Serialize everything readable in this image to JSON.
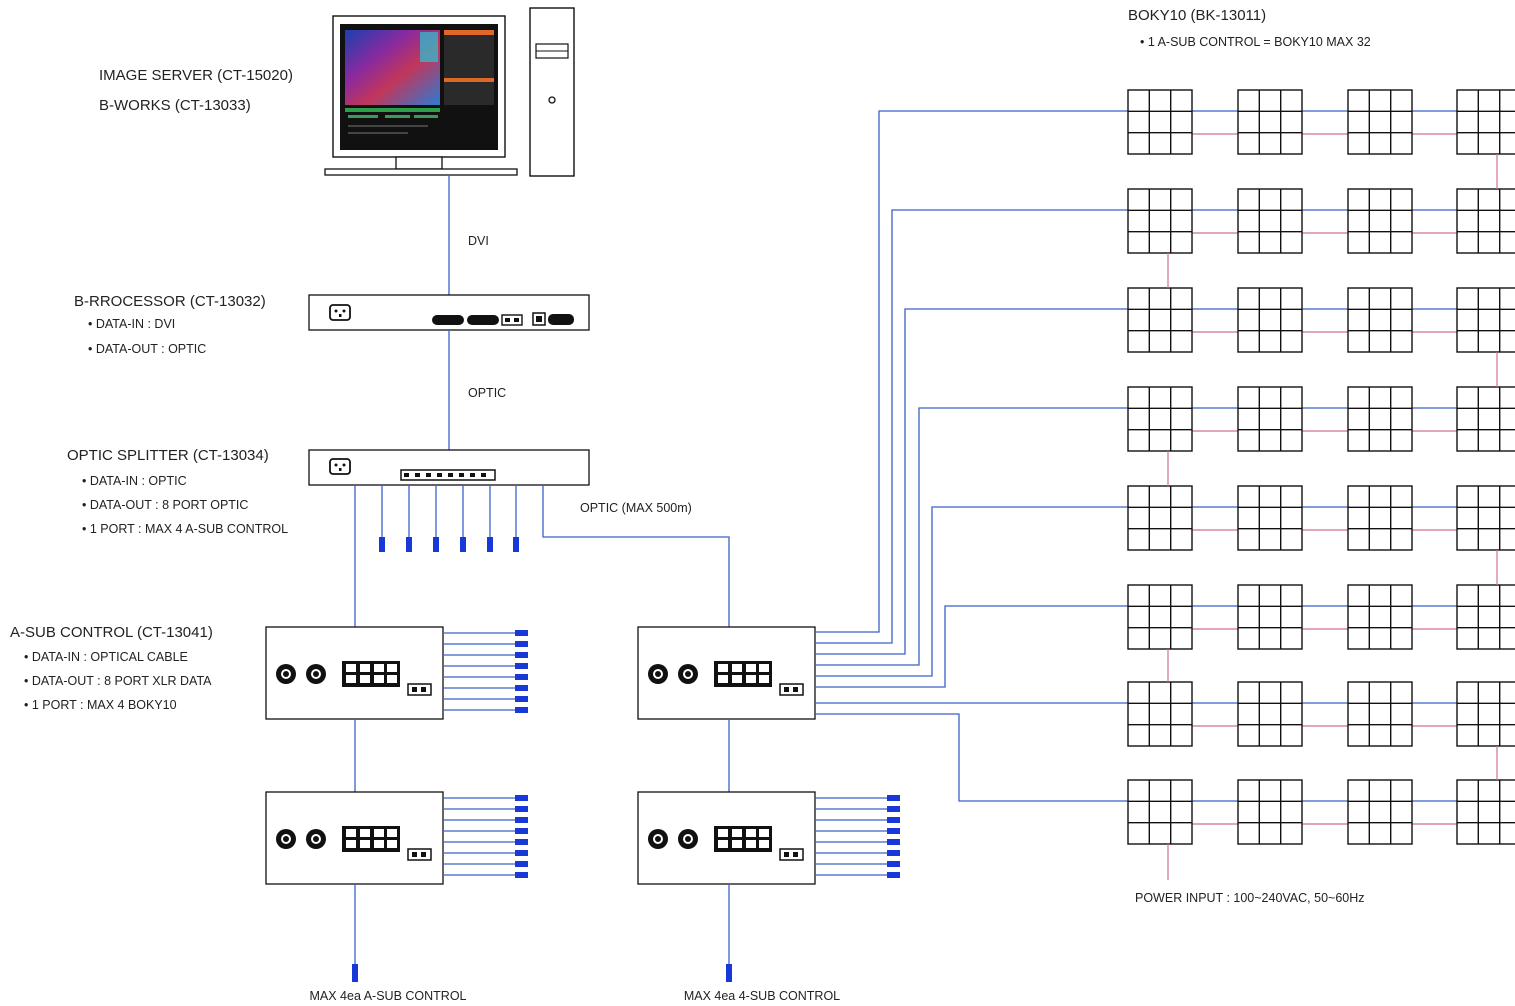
{
  "image_server": {
    "title1": "IMAGE SERVER (CT-15020)",
    "title2": "B-WORKS (CT-13033)"
  },
  "dvi_label": "DVI",
  "processor": {
    "title": "B-RROCESSOR (CT-13032)",
    "specs": [
      "• DATA-IN : DVI",
      "• DATA-OUT : OPTIC"
    ]
  },
  "optic_label": "OPTIC",
  "splitter": {
    "title": "OPTIC SPLITTER (CT-13034)",
    "specs": [
      "• DATA-IN : OPTIC",
      "• DATA-OUT : 8 PORT OPTIC",
      "• 1 PORT : MAX 4 A-SUB CONTROL"
    ]
  },
  "optic_max_label": "OPTIC (MAX 500m)",
  "asub": {
    "title": "A-SUB CONTROL (CT-13041)",
    "specs": [
      "• DATA-IN : OPTICAL CABLE",
      "• DATA-OUT : 8 PORT XLR DATA",
      "• 1 PORT : MAX 4 BOKY10"
    ]
  },
  "bottom_left_label": "MAX 4ea A-SUB CONTROL",
  "bottom_mid_label": "MAX 4ea 4-SUB CONTROL",
  "boky": {
    "title": "BOKY10 (BK-13011)",
    "note": "• 1 A-SUB CONTROL = BOKY10 MAX 32",
    "power": "POWER INPUT : 100~240VAC, 50~60Hz"
  },
  "colors": {
    "data_line": "#3b62c9",
    "power_line": "#d2728c",
    "plug": "#1838d8"
  }
}
